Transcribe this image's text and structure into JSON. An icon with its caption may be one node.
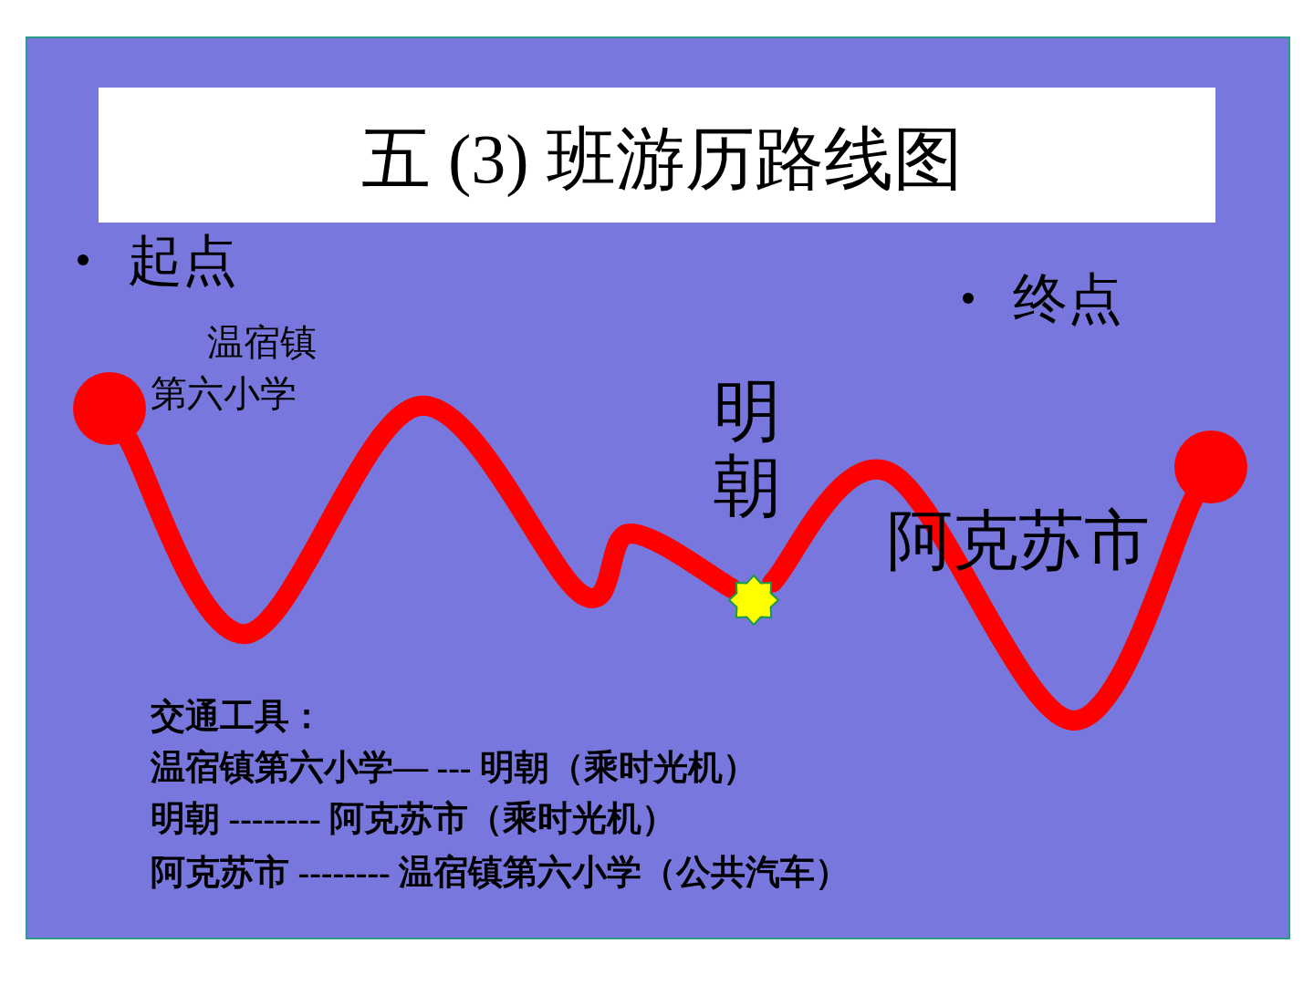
{
  "diagram": {
    "title": "五 (3) 班游历路线图",
    "nodes": [
      {
        "text": [],
        "shape": "circle",
        "beside": [
          "温宿镇第六小学"
        ]
      },
      {
        "text": [],
        "shape": "star",
        "beside": [
          "明朝"
        ]
      },
      {
        "text": [],
        "shape": "circle",
        "beside": [
          "阿克苏市"
        ]
      }
    ],
    "edges": [
      {
        "from": 0,
        "to": 1,
        "arrow": "none"
      },
      {
        "from": 1,
        "to": 2,
        "arrow": "none"
      }
    ],
    "labels": [
      "起点",
      "终点",
      "交通工具：",
      "温宿镇第六小学— --- 明朝（乘时光机）",
      "明朝 -------- 阿克苏市（乘时光机）",
      "阿克苏市 -------- 温宿镇第六小学（公共汽车）"
    ]
  }
}
